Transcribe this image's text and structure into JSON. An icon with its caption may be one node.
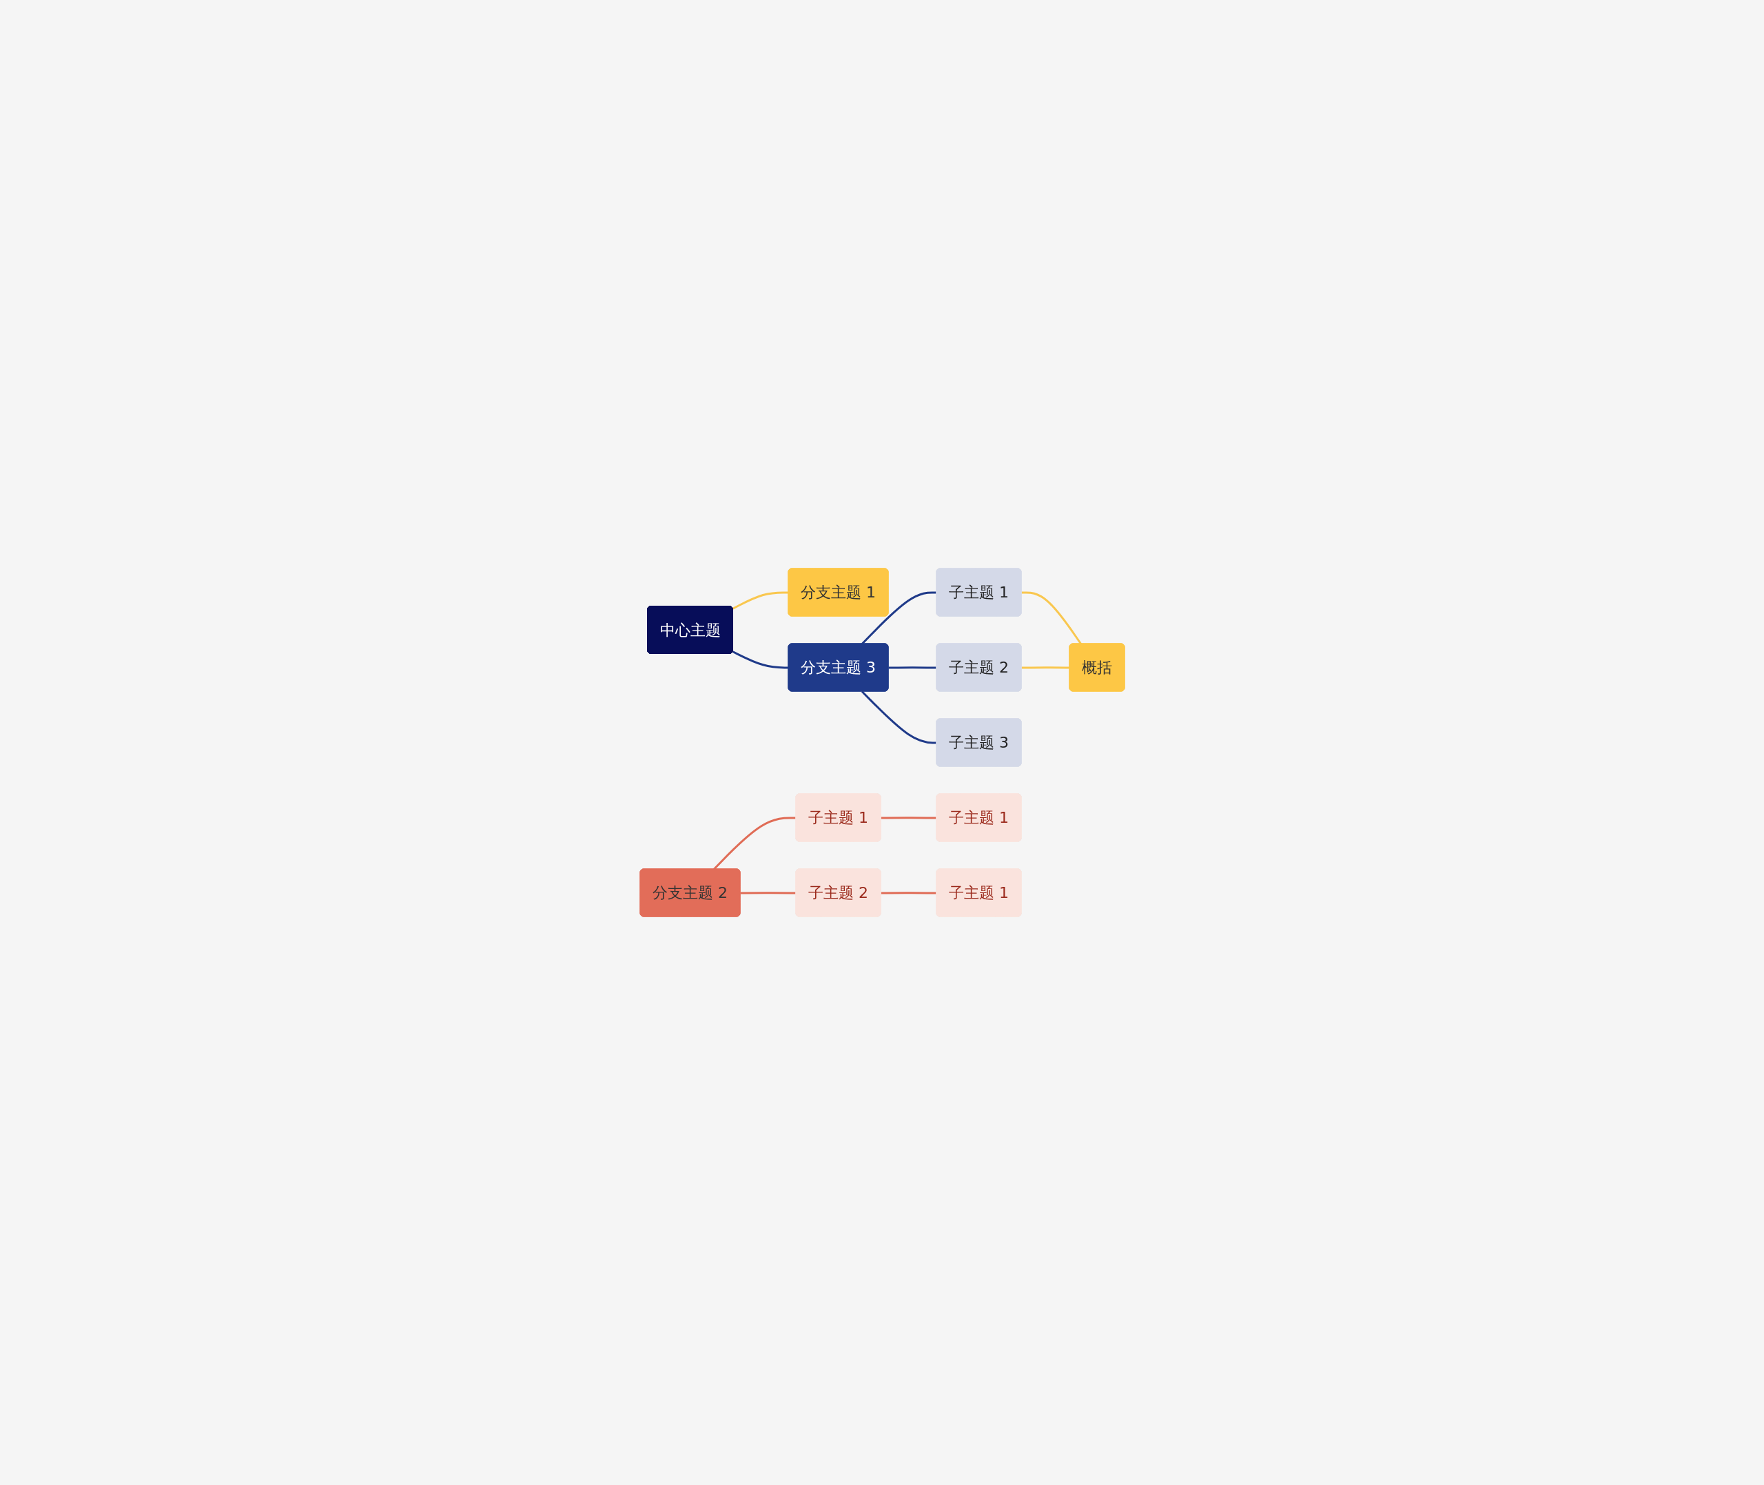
{
  "diagram": {
    "nodes": [
      {
        "text": [
          "中心主题"
        ]
      },
      {
        "text": [
          "分支主题 1"
        ]
      },
      {
        "text": [
          "分支主题 2"
        ]
      },
      {
        "text": [
          "子主题 1"
        ]
      },
      {
        "text": [
          "子主题 1"
        ]
      },
      {
        "text": [
          "子主题 2"
        ]
      },
      {
        "text": [
          "子主题 1"
        ]
      },
      {
        "text": [
          "分支主题 3"
        ]
      },
      {
        "text": [
          "子主题 1"
        ]
      },
      {
        "text": [
          "子主题 2"
        ]
      },
      {
        "text": [
          "子主题 3"
        ]
      },
      {
        "text": [
          "概括"
        ]
      }
    ],
    "edges": [
      {
        "from": 0,
        "to": 1,
        "arrow": "none",
        "color": "#f9c74f"
      },
      {
        "from": 0,
        "to": 7,
        "arrow": "none",
        "color": "#1f3a89"
      },
      {
        "from": 2,
        "to": 3,
        "arrow": "none",
        "color": "#e06c56"
      },
      {
        "from": 2,
        "to": 5,
        "arrow": "none",
        "color": "#e06c56"
      },
      {
        "from": 3,
        "to": 4,
        "arrow": "none",
        "color": "#e06c56"
      },
      {
        "from": 5,
        "to": 6,
        "arrow": "none",
        "color": "#e06c56"
      },
      {
        "from": 7,
        "to": 8,
        "arrow": "none",
        "color": "#1f3a89"
      },
      {
        "from": 7,
        "to": 9,
        "arrow": "none",
        "color": "#1f3a89"
      },
      {
        "from": 7,
        "to": 10,
        "arrow": "none",
        "color": "#1f3a89"
      },
      {
        "from": 8,
        "to": 11,
        "arrow": "none",
        "color": "#f9c74f"
      },
      {
        "from": 9,
        "to": 11,
        "arrow": "none",
        "color": "#f9c74f"
      }
    ]
  }
}
